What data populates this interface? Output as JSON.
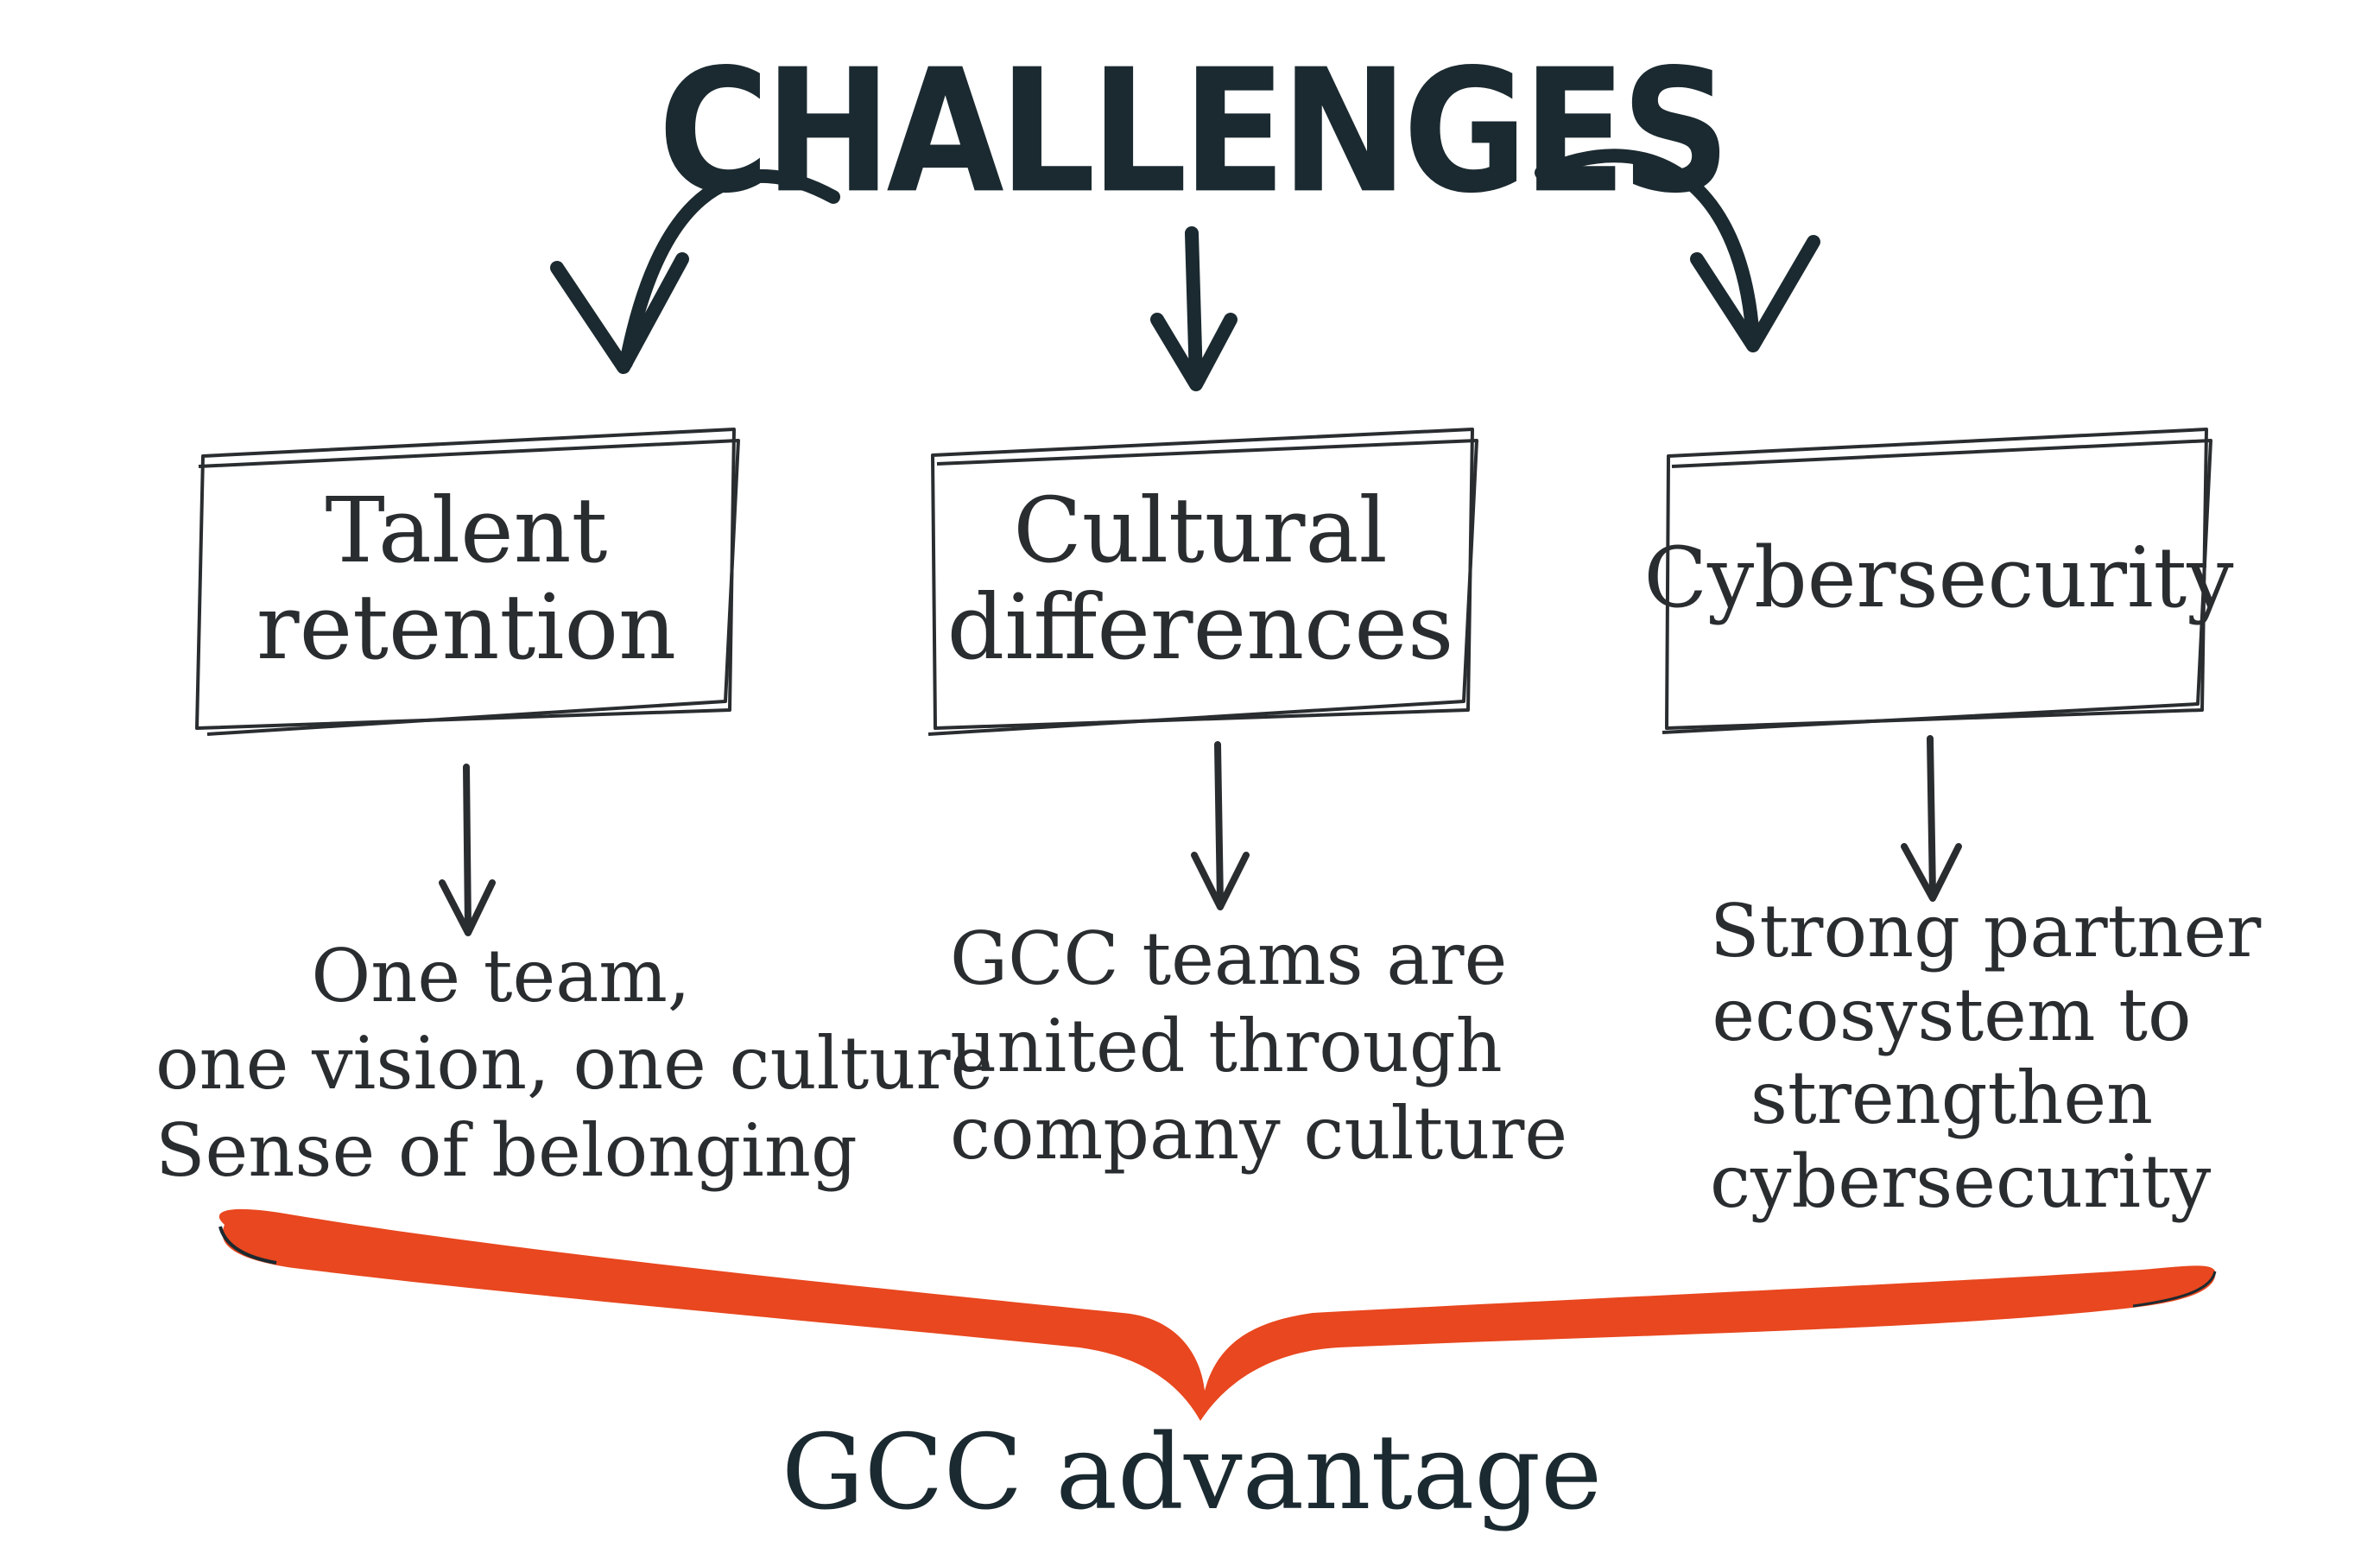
{
  "title": "CHALLENGES",
  "challenges": [
    {
      "label_lines": [
        "Talent",
        "retention"
      ],
      "solution_lines": [
        "One team,",
        "one vision, one culture",
        "Sense of belonging"
      ]
    },
    {
      "label_lines": [
        "Cultural",
        "differences"
      ],
      "solution_lines": [
        "GCC teams are",
        "united through",
        "company culture"
      ]
    },
    {
      "label_lines": [
        "Cybersecurity"
      ],
      "solution_lines": [
        "Strong partner",
        "ecosystem to",
        "strengthen",
        "cybersecurity"
      ]
    }
  ],
  "footer": "GCC advantage",
  "colors": {
    "ink": "#1b2a30",
    "brace": "#e8471f"
  }
}
